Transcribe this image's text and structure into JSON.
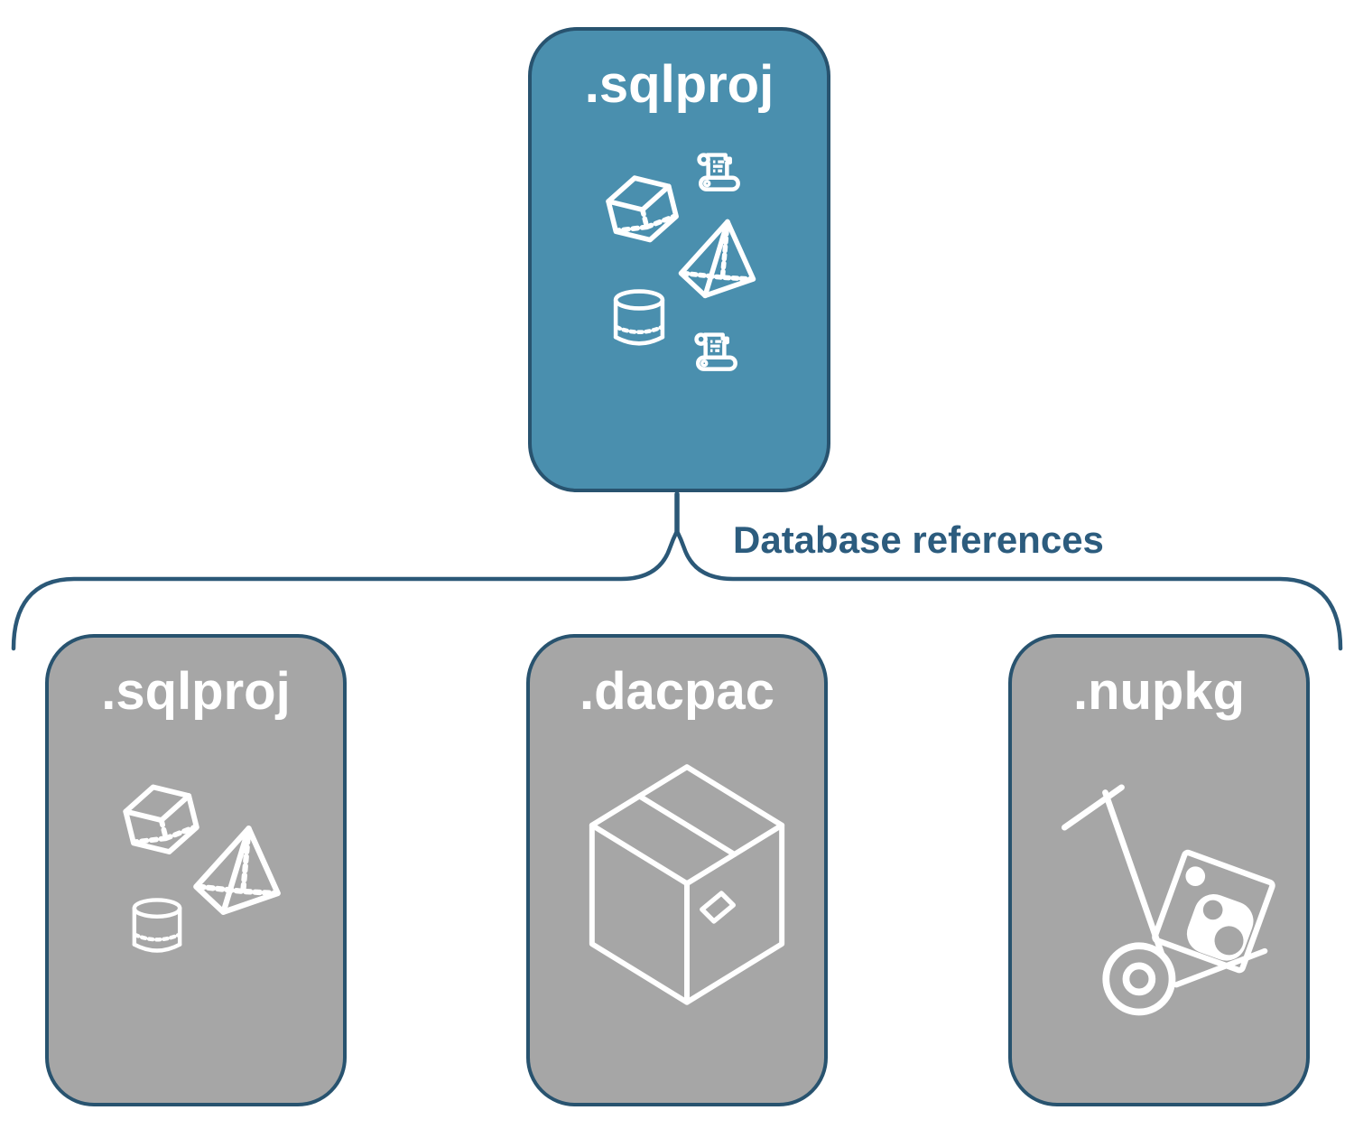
{
  "diagram": {
    "parent_box": {
      "label": ".sqlproj",
      "icons": [
        "scroll-icon",
        "cube-icon",
        "pyramid-icon",
        "cylinder-icon",
        "scroll-icon"
      ]
    },
    "brace_label": "Database references",
    "child_boxes": [
      {
        "label": ".sqlproj",
        "icons": [
          "cube-icon",
          "pyramid-icon",
          "cylinder-icon"
        ]
      },
      {
        "label": ".dacpac",
        "icons": [
          "package-box-icon"
        ]
      },
      {
        "label": ".nupkg",
        "icons": [
          "hand-truck-icon"
        ]
      }
    ],
    "colors": {
      "parent_fill": "#4a8fae",
      "child_fill": "#a6a6a6",
      "box_border": "#28536f",
      "brace_line": "#2b5877",
      "brace_label_text": "#2c5c7e",
      "box_label_text": "#ffffff",
      "icon_stroke": "#ffffff"
    }
  }
}
